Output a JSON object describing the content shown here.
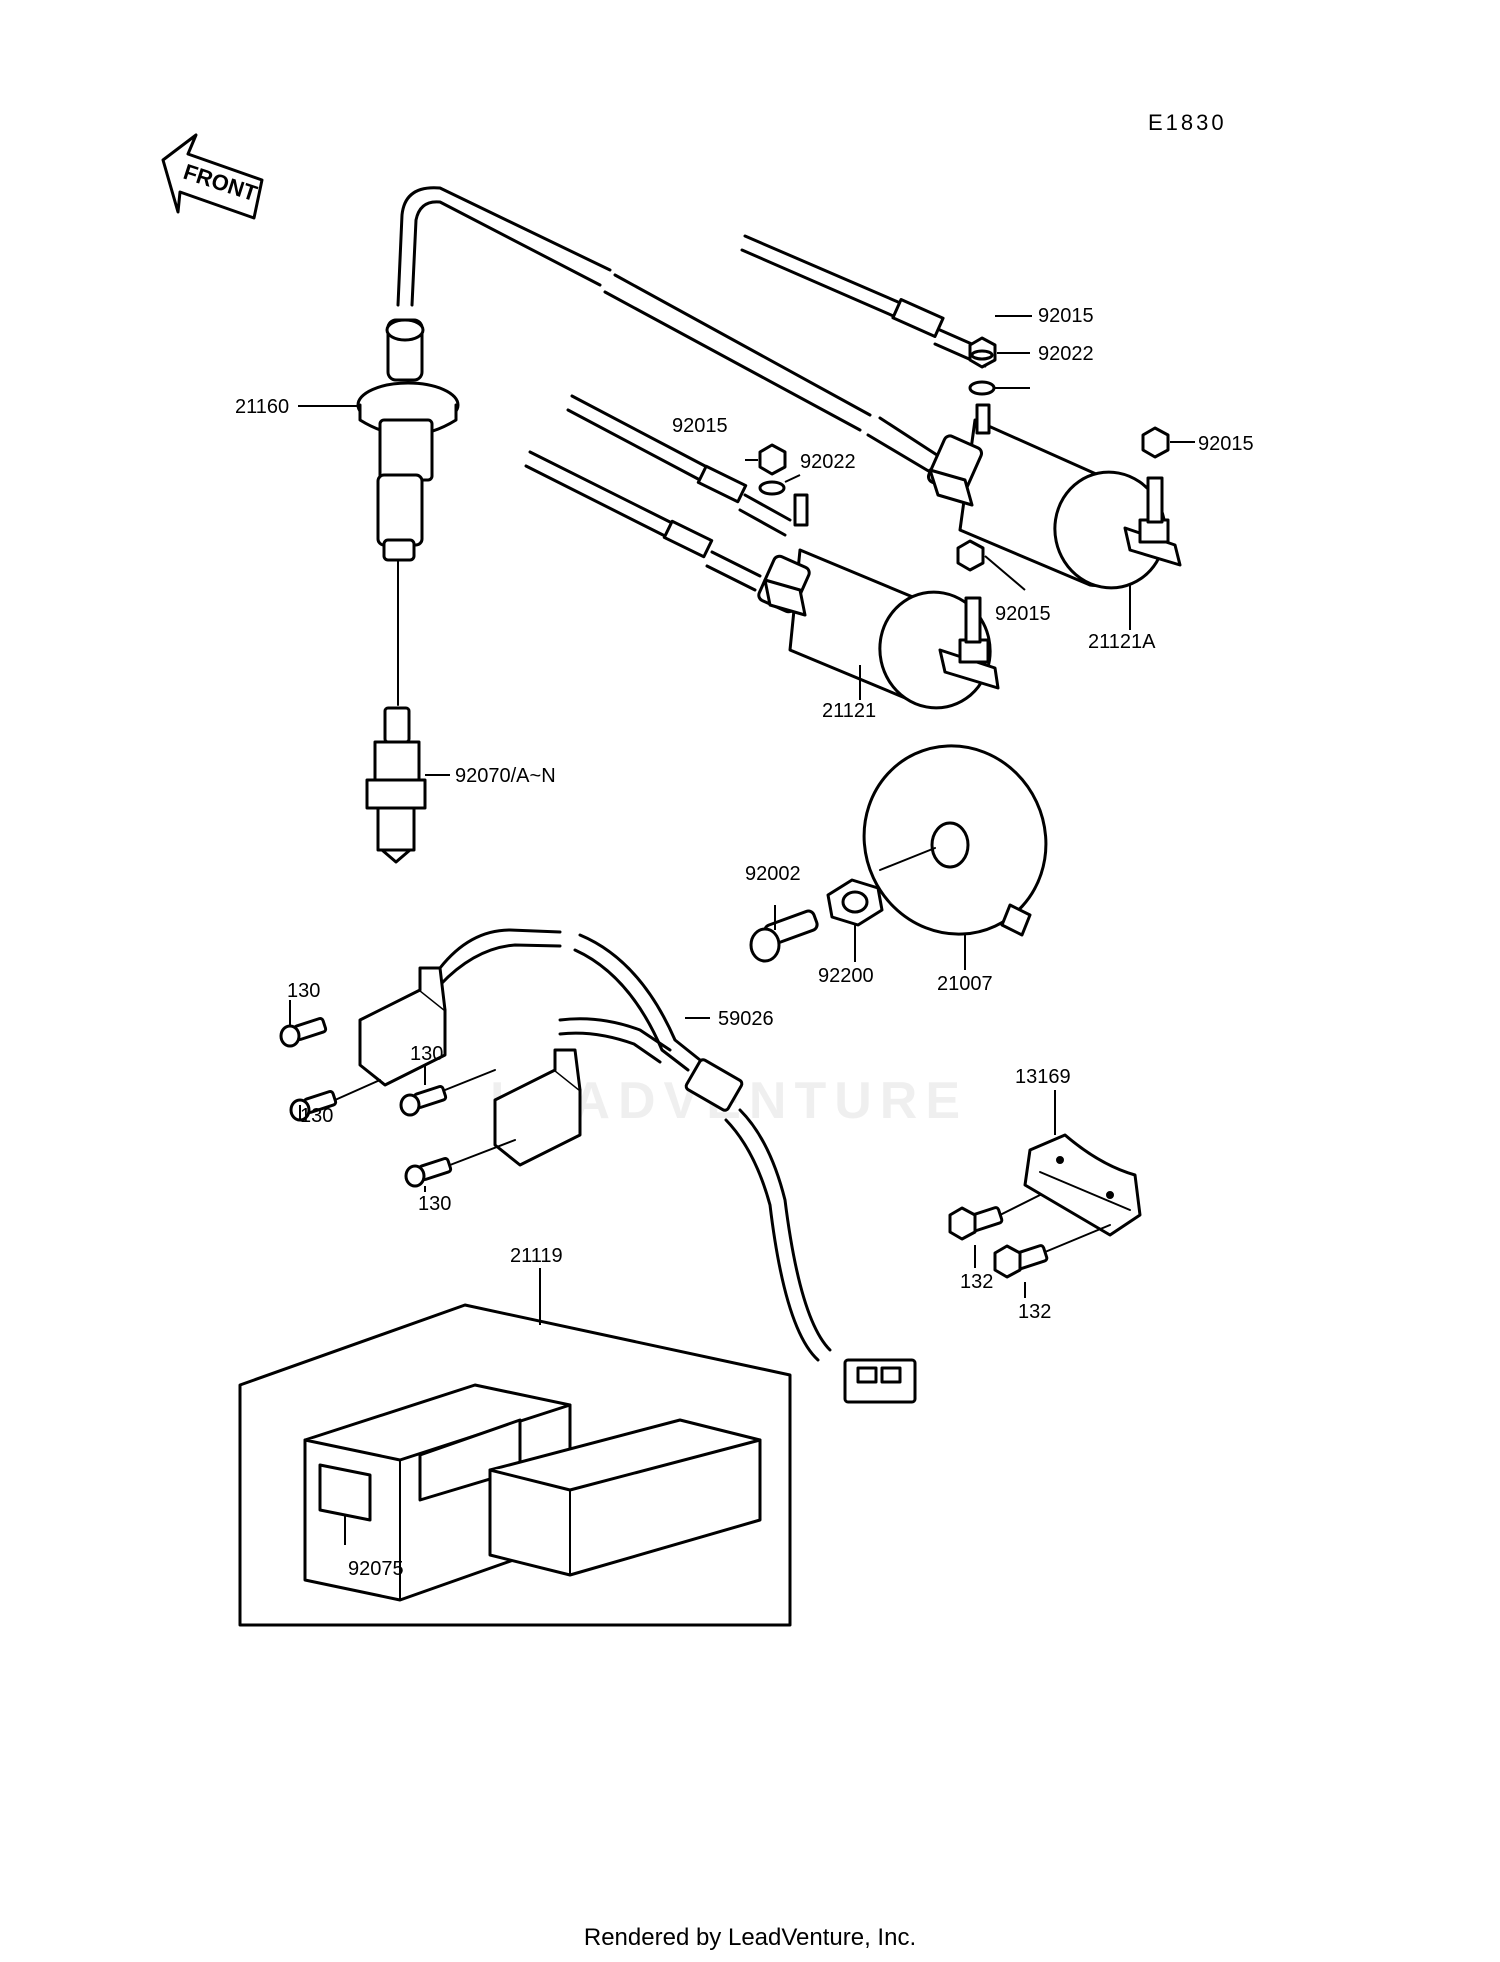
{
  "diagram_code": "E1830",
  "front_label": "FRONT",
  "watermark": "LEADVENTURE",
  "footer": "Rendered by LeadVenture, Inc.",
  "labels": {
    "p21160": "21160",
    "p92070": "92070/A~N",
    "p92015a": "92015",
    "p92022a": "92022",
    "p92015b": "92015",
    "p92015c": "92015",
    "p92022b": "92022",
    "p92015d": "92015",
    "p21121a": "21121A",
    "p21121": "21121",
    "p92002": "92002",
    "p92200": "92200",
    "p21007": "21007",
    "p130a": "130",
    "p130b": "130",
    "p130c": "130",
    "p130d": "130",
    "p59026": "59026",
    "p13169": "13169",
    "p132a": "132",
    "p132b": "132",
    "p21119": "21119",
    "p92075": "92075"
  }
}
